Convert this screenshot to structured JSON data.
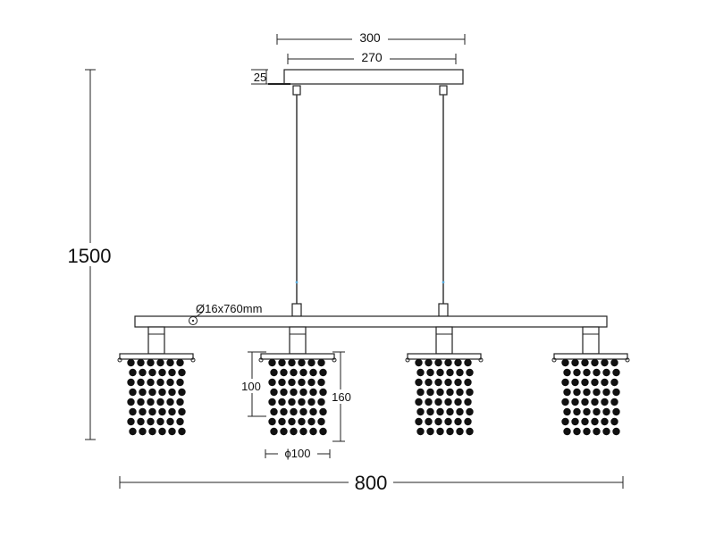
{
  "drawing": {
    "dimensions": {
      "canopy_overall": "300",
      "canopy_mount": "270",
      "canopy_height": "25",
      "total_height": "1500",
      "bar_spec": "Ø16x760mm",
      "shade_height": "100",
      "shade_total_height": "160",
      "shade_diameter": "ϕ100",
      "overall_width": "800"
    },
    "shade_count": 4,
    "crystal_rows": 8,
    "crystal_cols": 6,
    "colors": {
      "line": "#222222",
      "crystal": "#111111",
      "background": "#ffffff"
    }
  }
}
